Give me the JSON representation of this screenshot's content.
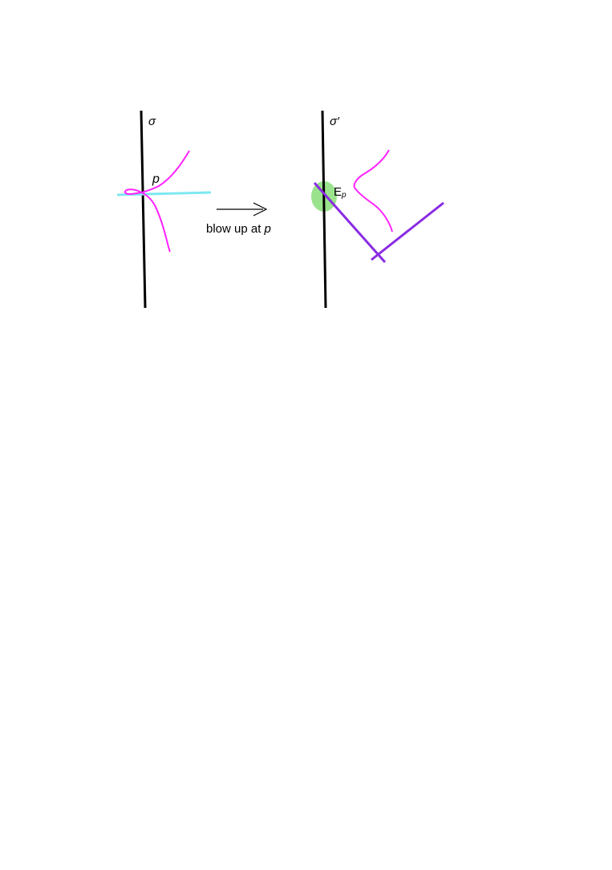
{
  "left_panel": {
    "curve_label": "σ",
    "point_label": "p"
  },
  "arrow": {
    "caption_prefix": "blow up at ",
    "caption_var": "p"
  },
  "right_panel": {
    "curve_label": "σ′",
    "exceptional_label": "E",
    "exceptional_subscript": "p"
  },
  "colors": {
    "black": "#000000",
    "magenta": "#ff22ff",
    "cyan": "#7de8f0",
    "purple": "#8a2be2",
    "green_blob": "#8fe07f"
  }
}
